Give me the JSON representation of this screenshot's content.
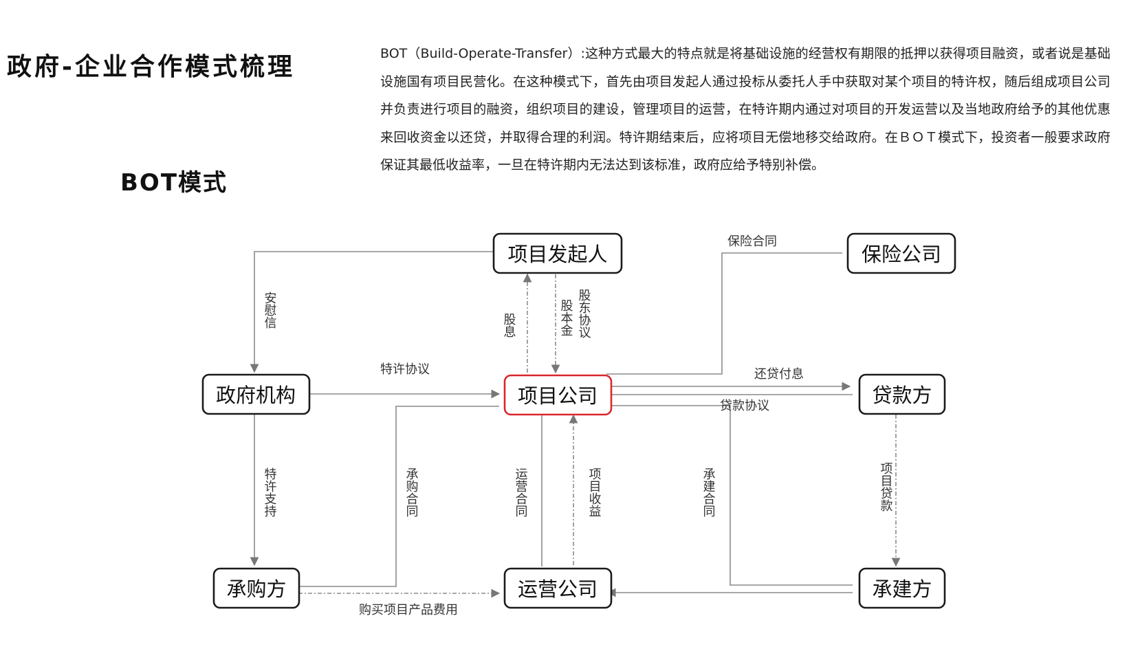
{
  "page_title": "政府-企业合作模式梳理",
  "section_title": "BOT模式",
  "intro": "BOT（Build-Operate-Transfer）:这种方式最大的特点就是将基础设施的经营权有期限的抵押以获得项目融资，或者说是基础设施国有项目民营化。在这种模式下，首先由项目发起人通过投标从委托人手中获取对某个项目的特许权，随后组成项目公司并负责进行项目的融资，组织项目的建设，管理项目的运营，在特许期内通过对项目的开发运营以及当地政府给予的其他优惠来回收资金以还贷，并取得合理的利润。特许期结束后，应将项目无偿地移交给政府。在ＢＯＴ模式下，投资者一般要求政府保证其最低收益率，一旦在特许期内无法达到该标准，政府应给予特别补偿。",
  "nodes": {
    "sponsor": "项目发起人",
    "insurance": "保险公司",
    "government": "政府机构",
    "project_company": "项目公司",
    "lender": "贷款方",
    "purchaser": "承购方",
    "operator": "运营公司",
    "contractor": "承建方"
  },
  "edges": {
    "comfort_letter": "安慰信",
    "dividend": "股息",
    "equity": "股本金",
    "shareholder_agreement": "股东协议",
    "insurance_contract": "保险合同",
    "concession_agreement": "特许协议",
    "repayment": "还贷付息",
    "loan_agreement": "贷款协议",
    "concession_support": "特许支持",
    "purchase_contract": "承购合同",
    "operation_contract": "运营合同",
    "project_revenue": "项目收益",
    "construction_contract": "承建合同",
    "project_loan": "项目贷款",
    "purchase_fee": "购买项目产品费用"
  },
  "colors": {
    "highlight": "#d9262c",
    "line": "#8a8a8a",
    "box_border": "#1a1a1a"
  }
}
